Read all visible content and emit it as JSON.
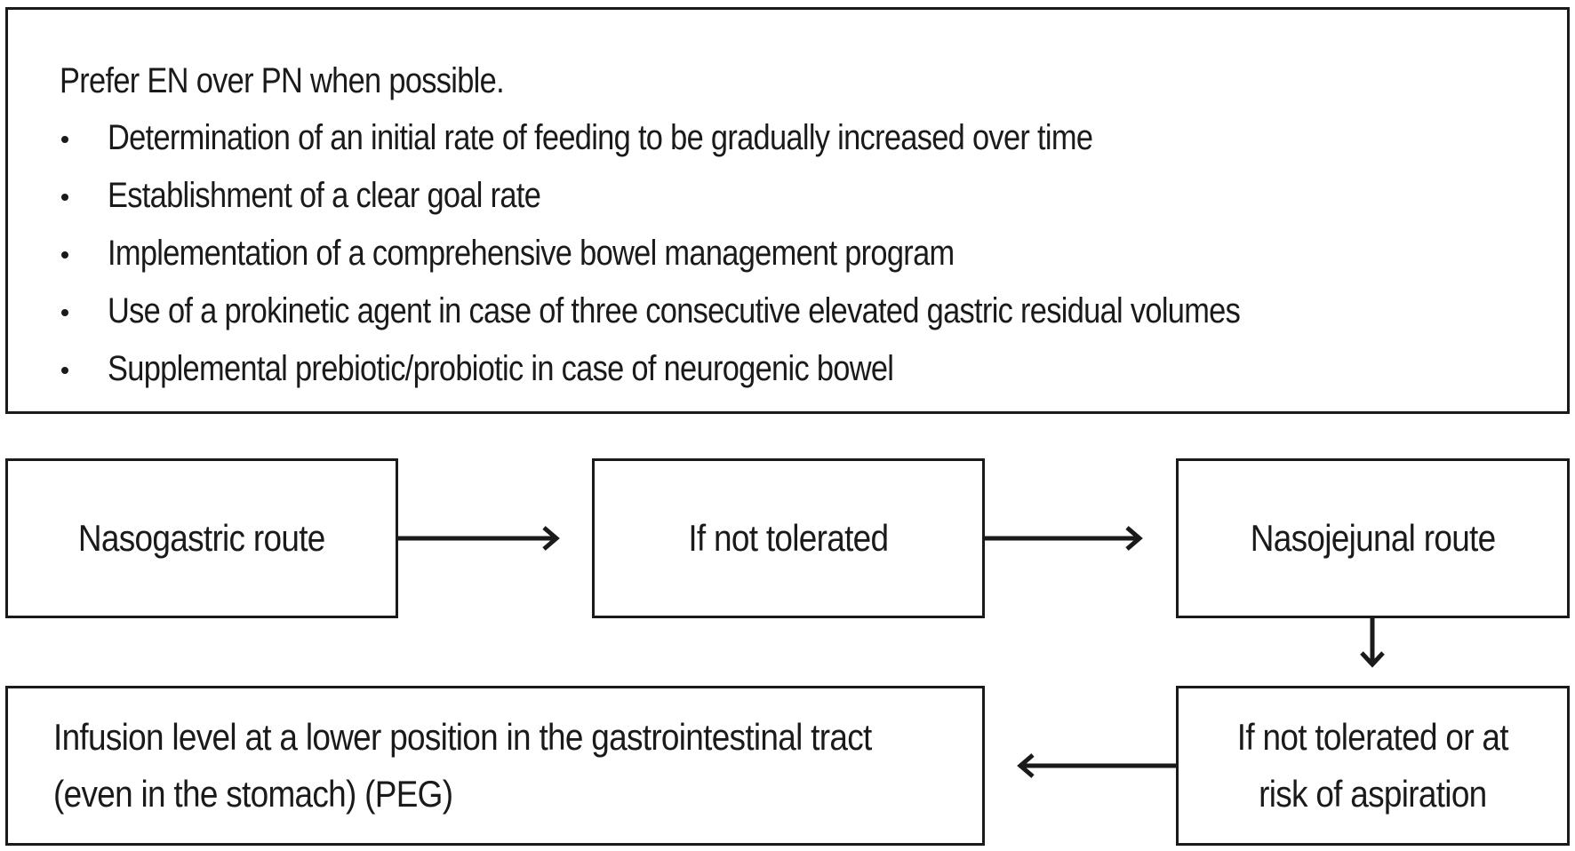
{
  "recommendations": {
    "intro": "Prefer EN over PN when possible.",
    "bullets": [
      "Determination of an initial rate of feeding to be gradually increased over time",
      "Establishment of a clear goal rate",
      "Implementation of a comprehensive bowel management program",
      "Use of a prokinetic agent in case of three consecutive elevated gastric residual volumes",
      "Supplemental prebiotic/probiotic in case of neurogenic bowel"
    ]
  },
  "flow": {
    "nasogastric": "Nasogastric route",
    "not_tolerated": "If not tolerated",
    "nasojejunal": "Nasojejunal route",
    "aspiration": {
      "line1": "If not tolerated or at",
      "line2": "risk of aspiration"
    },
    "infusion": {
      "line1": "Infusion level at a lower position in the gastrointestinal tract",
      "line2": "(even in the stomach) (PEG)"
    }
  }
}
